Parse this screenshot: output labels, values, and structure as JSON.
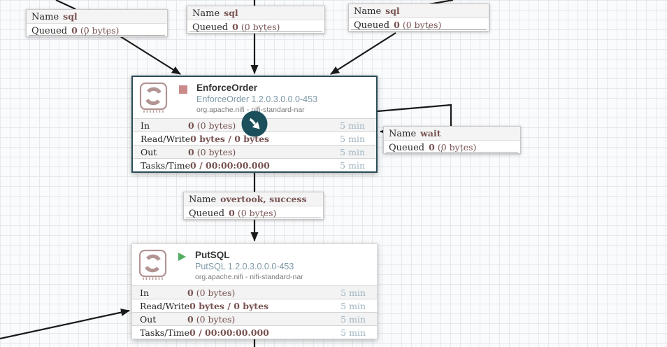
{
  "labels": {
    "name_key": "Name",
    "queued_key": "Queued"
  },
  "connections": [
    {
      "name": "sql",
      "queued_count": "0",
      "queued_size": "(0 bytes)"
    },
    {
      "name": "sql",
      "queued_count": "0",
      "queued_size": "(0 bytes)"
    },
    {
      "name": "sql",
      "queued_count": "0",
      "queued_size": "(0 bytes)"
    },
    {
      "name": "wait",
      "queued_count": "0",
      "queued_size": "(0 bytes)"
    },
    {
      "name": "overtook, success",
      "queued_count": "0",
      "queued_size": "(0 bytes)"
    }
  ],
  "processors": [
    {
      "title": "EnforceOrder",
      "type": "EnforceOrder 1.2.0.3.0.0.0-453",
      "bundle": "org.apache.nifi - nifi-standard-nar",
      "state": "stopped",
      "stats": [
        {
          "label": "In",
          "bold": "0",
          "rest": "(0 bytes)",
          "window": "5 min"
        },
        {
          "label": "Read/Write",
          "bold": "0 bytes / 0 bytes",
          "rest": "",
          "window": "5 min"
        },
        {
          "label": "Out",
          "bold": "0",
          "rest": "(0 bytes)",
          "window": "5 min"
        },
        {
          "label": "Tasks/Time",
          "bold": "0 / 00:00:00.000",
          "rest": "",
          "window": "5 min"
        }
      ]
    },
    {
      "title": "PutSQL",
      "type": "PutSQL 1.2.0.3.0.0.0-453",
      "bundle": "org.apache.nifi - nifi-standard-nar",
      "state": "running",
      "stats": [
        {
          "label": "In",
          "bold": "0",
          "rest": "(0 bytes)",
          "window": "5 min"
        },
        {
          "label": "Read/Write",
          "bold": "0 bytes / 0 bytes",
          "rest": "",
          "window": "5 min"
        },
        {
          "label": "Out",
          "bold": "0",
          "rest": "(0 bytes)",
          "window": "5 min"
        },
        {
          "label": "Tasks/Time",
          "bold": "0 / 00:00:00.000",
          "rest": "",
          "window": "5 min"
        }
      ]
    }
  ],
  "ui_colors": {
    "selected_border": "#2a4d58",
    "value_maroon": "#775351",
    "type_blue": "#7d98a5",
    "window_gray_blue": "#9fb4c1",
    "running_green": "#52ae62",
    "stopped_rose": "#ca8a8a",
    "drag_circle_teal": "#1b4f5b",
    "edge_black": "#1a1a1a"
  }
}
